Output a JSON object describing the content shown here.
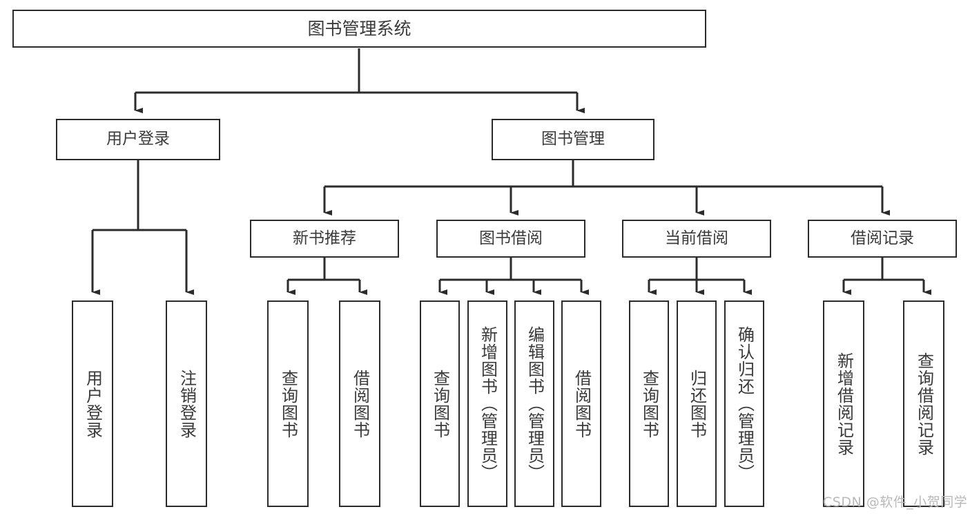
{
  "diagram": {
    "title": "图书管理系统",
    "type": "tree-hierarchy-chart",
    "watermark": "CSDN @软件_小贺同学",
    "colors": {
      "box_stroke": "#2b2b2b",
      "box_fill": "#ffffff",
      "text": "#3a3a3a",
      "connector": "#2b2b2b",
      "watermark": "#b9b9b9",
      "background": "#ffffff"
    },
    "nodes": {
      "root": {
        "label": "图书管理系统",
        "level": 0,
        "orientation": "horizontal"
      },
      "user_login": {
        "label": "用户登录",
        "level": 1,
        "orientation": "horizontal"
      },
      "book_manage": {
        "label": "图书管理",
        "level": 1,
        "orientation": "horizontal"
      },
      "new_book_rec": {
        "label": "新书推荐",
        "level": 2,
        "orientation": "horizontal"
      },
      "book_borrow": {
        "label": "图书借阅",
        "level": 2,
        "orientation": "horizontal"
      },
      "current_borrow": {
        "label": "当前借阅",
        "level": 2,
        "orientation": "horizontal"
      },
      "borrow_record": {
        "label": "借阅记录",
        "level": 2,
        "orientation": "horizontal"
      },
      "leaf_user_login": {
        "label": "用户登录",
        "level": 3,
        "orientation": "vertical"
      },
      "leaf_logout": {
        "label": "注销登录",
        "level": 3,
        "orientation": "vertical"
      },
      "leaf_query_book_1": {
        "label": "查询图书",
        "level": 3,
        "orientation": "vertical"
      },
      "leaf_borrow_book_1": {
        "label": "借阅图书",
        "level": 3,
        "orientation": "vertical"
      },
      "leaf_query_book_2": {
        "label": "查询图书",
        "level": 3,
        "orientation": "vertical"
      },
      "leaf_add_book": {
        "label": "新增图书（管理员）",
        "level": 3,
        "orientation": "vertical"
      },
      "leaf_edit_book": {
        "label": "编辑图书（管理员）",
        "level": 3,
        "orientation": "vertical"
      },
      "leaf_borrow_book_2": {
        "label": "借阅图书",
        "level": 3,
        "orientation": "vertical"
      },
      "leaf_query_book_3": {
        "label": "查询图书",
        "level": 3,
        "orientation": "vertical"
      },
      "leaf_return_book": {
        "label": "归还图书",
        "level": 3,
        "orientation": "vertical"
      },
      "leaf_confirm_return": {
        "label": "确认归还（管理员）",
        "level": 3,
        "orientation": "vertical"
      },
      "leaf_add_record": {
        "label": "新增借阅记录",
        "level": 3,
        "orientation": "vertical"
      },
      "leaf_query_record": {
        "label": "查询借阅记录",
        "level": 3,
        "orientation": "vertical"
      }
    },
    "edges": [
      {
        "from": "root",
        "to": "user_login"
      },
      {
        "from": "root",
        "to": "book_manage"
      },
      {
        "from": "book_manage",
        "to": "new_book_rec"
      },
      {
        "from": "book_manage",
        "to": "book_borrow"
      },
      {
        "from": "book_manage",
        "to": "current_borrow"
      },
      {
        "from": "book_manage",
        "to": "borrow_record"
      },
      {
        "from": "user_login",
        "to": "leaf_user_login"
      },
      {
        "from": "user_login",
        "to": "leaf_logout"
      },
      {
        "from": "new_book_rec",
        "to": "leaf_query_book_1"
      },
      {
        "from": "new_book_rec",
        "to": "leaf_borrow_book_1"
      },
      {
        "from": "book_borrow",
        "to": "leaf_query_book_2"
      },
      {
        "from": "book_borrow",
        "to": "leaf_add_book"
      },
      {
        "from": "book_borrow",
        "to": "leaf_edit_book"
      },
      {
        "from": "book_borrow",
        "to": "leaf_borrow_book_2"
      },
      {
        "from": "current_borrow",
        "to": "leaf_query_book_3"
      },
      {
        "from": "current_borrow",
        "to": "leaf_return_book"
      },
      {
        "from": "current_borrow",
        "to": "leaf_confirm_return"
      },
      {
        "from": "borrow_record",
        "to": "leaf_add_record"
      },
      {
        "from": "borrow_record",
        "to": "leaf_query_record"
      }
    ]
  }
}
